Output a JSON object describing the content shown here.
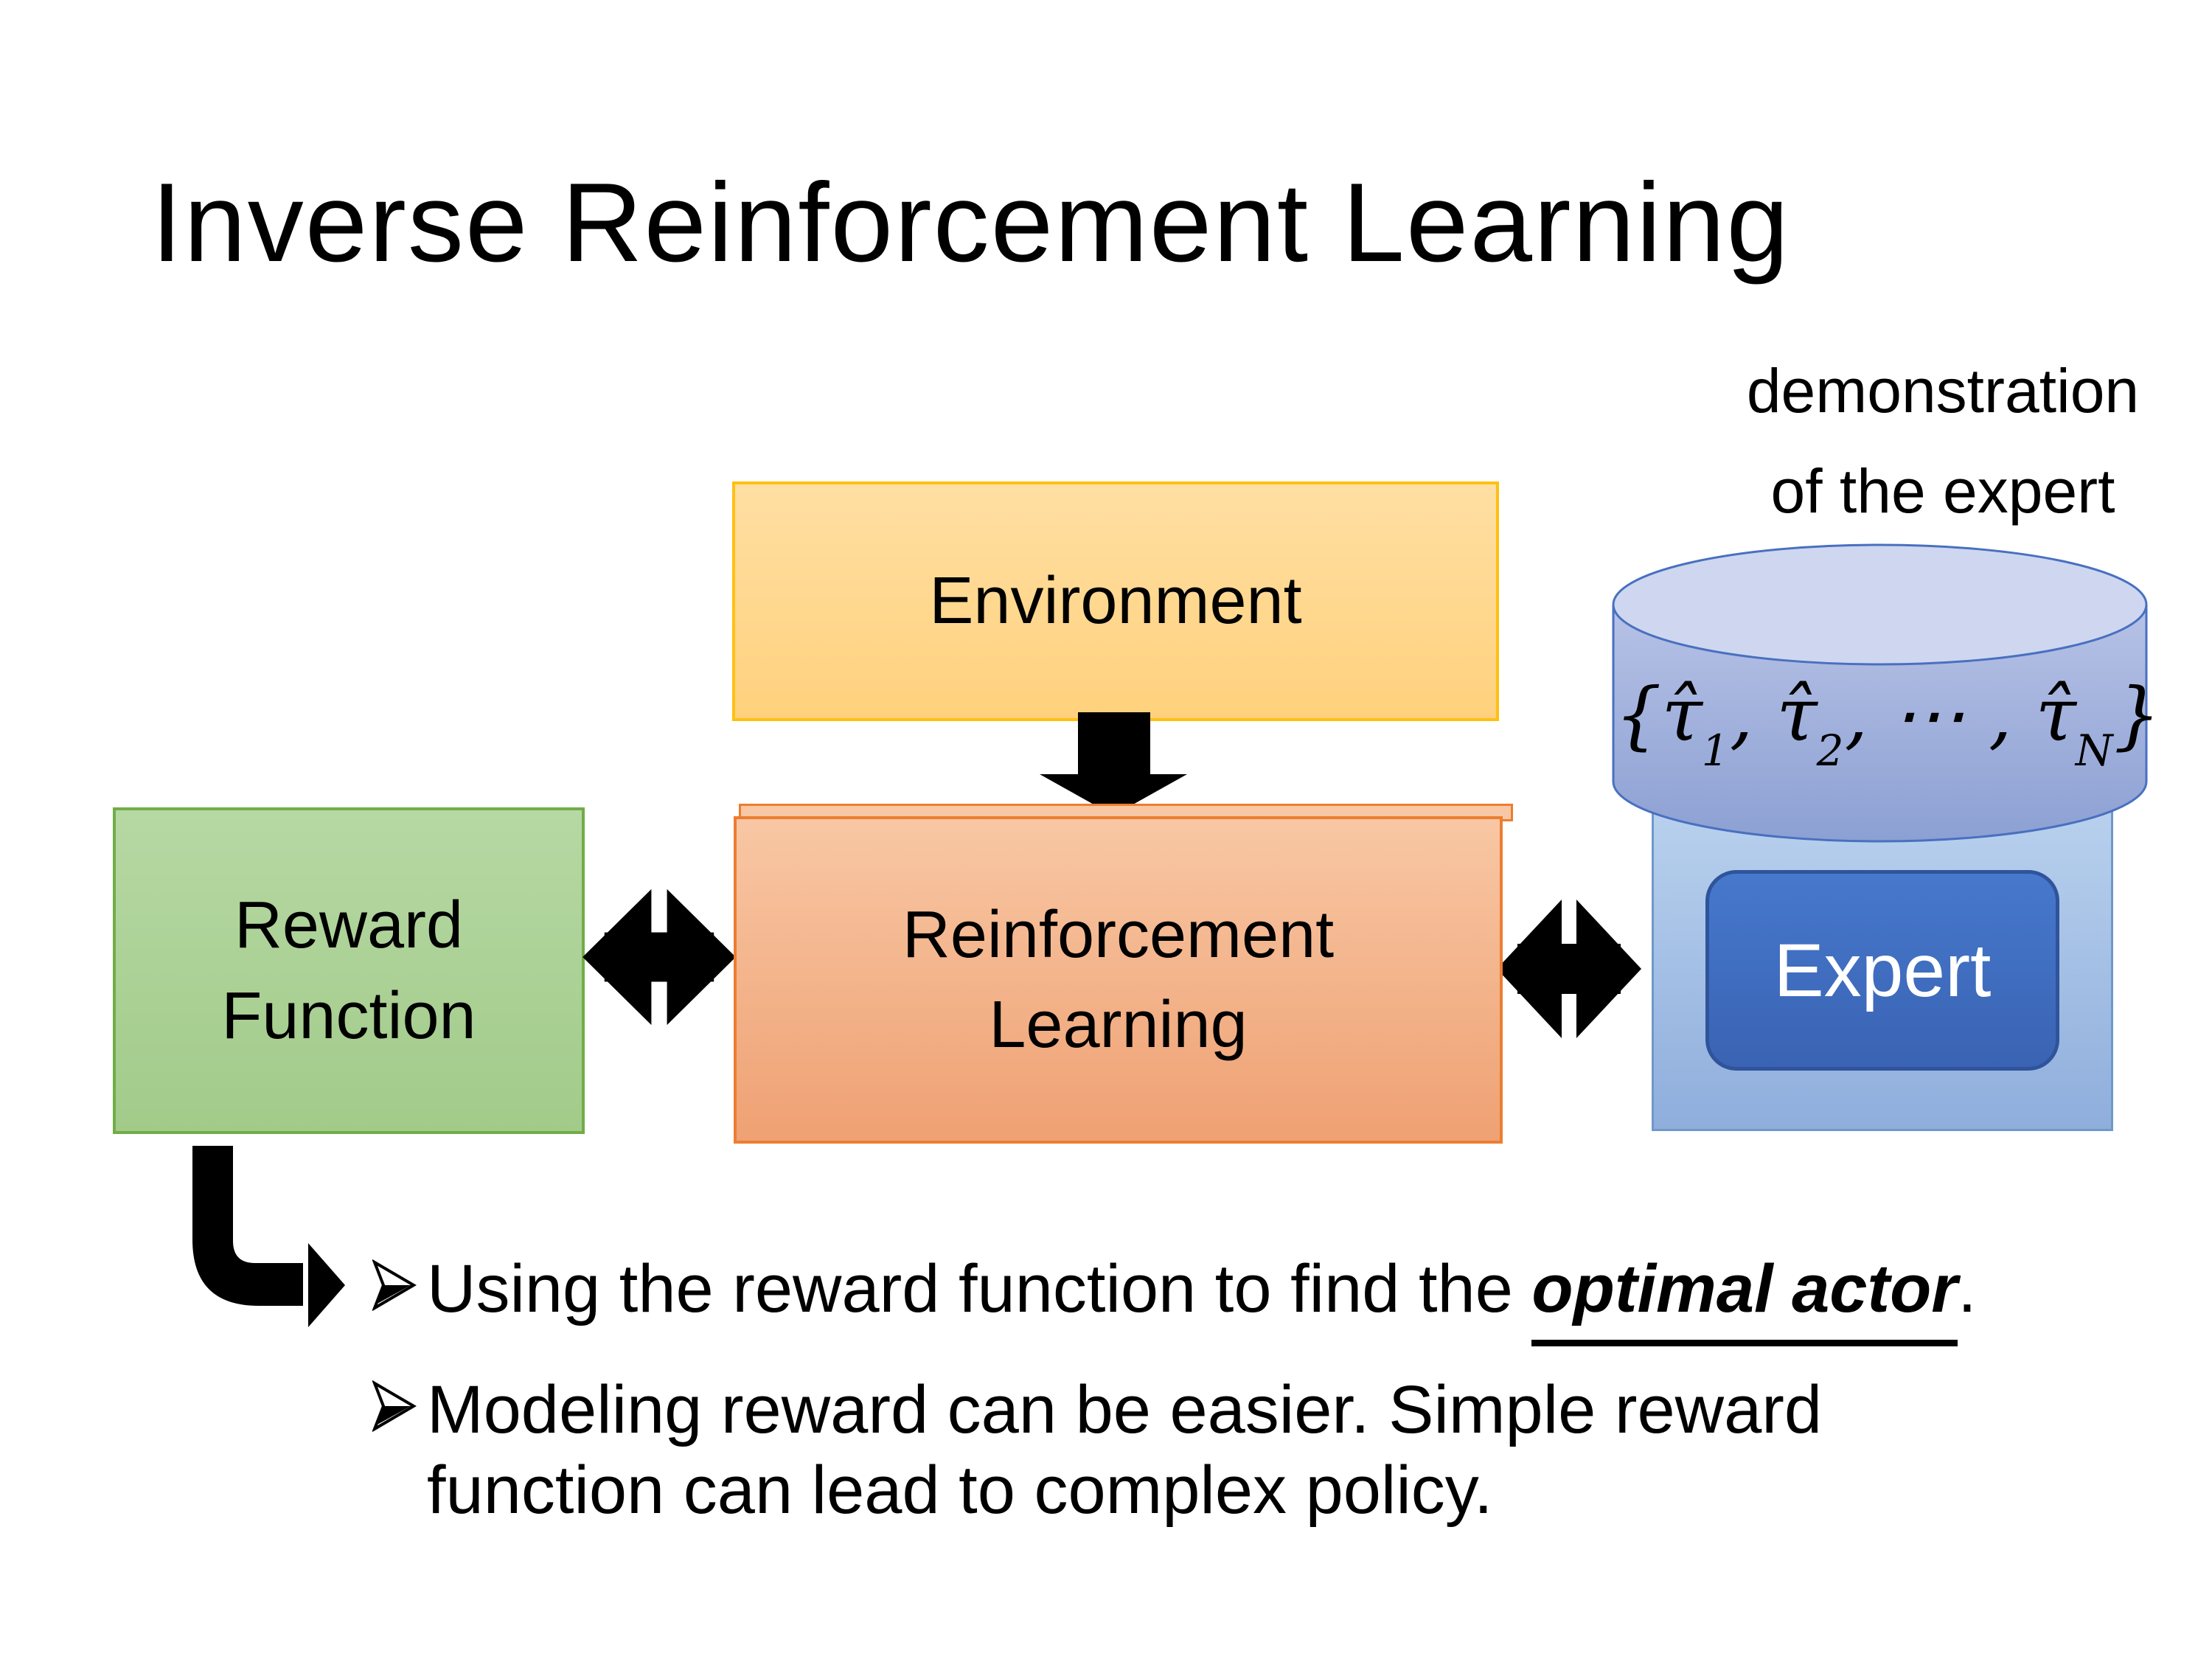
{
  "slide": {
    "title": "Inverse Reinforcement Learning"
  },
  "diagram": {
    "environment": {
      "label": "Environment"
    },
    "reward": {
      "label_line1": "Reward",
      "label_line2": "Function"
    },
    "rl": {
      "label_line1": "Reinforcement",
      "label_line2": "Learning"
    },
    "expert": {
      "label": "Expert"
    },
    "demonstration": {
      "line1": "demonstration",
      "line2": "of the expert"
    },
    "formula": {
      "p1": "{τ̂",
      "s1": "1",
      "p2": ", τ̂",
      "s2": "2",
      "p3": ", ⋯ , τ̂",
      "sN": "N",
      "p4": "}"
    }
  },
  "bullets": {
    "item1": {
      "prefix": "Using the reward function to find the ",
      "emphasis": "optimal actor",
      "suffix": "."
    },
    "item2": {
      "line1": "Modeling reward can be easier. Simple reward",
      "line2": "function can lead to complex policy."
    }
  },
  "icons": {
    "down_arrow": "down-arrow",
    "double_arrow_left": "left-right-double-arrow",
    "double_arrow_right": "left-right-double-arrow",
    "elbow_arrow": "bent-elbow-arrow",
    "bullet_marker": "right-arrowhead-bullet",
    "cylinder": "database-cylinder"
  },
  "colors": {
    "env_fill_top": "#FFDFA3",
    "env_fill_bottom": "#FFD17D",
    "env_border": "#FFC013",
    "rl_fill_top": "#F8C7A4",
    "rl_fill_bottom": "#EFA173",
    "rl_border": "#ED7D31",
    "reward_fill_top": "#B6D8A3",
    "reward_fill_bottom": "#A2CB8A",
    "reward_border": "#71AD47",
    "holder_fill_top": "#B9D1EE",
    "holder_fill_bottom": "#8FAEDC",
    "holder_border": "#6F98CA",
    "cyl_top_fill": "#CED7EF",
    "cyl_body_top": "#B7C2E6",
    "cyl_body_bottom": "#8CA0D3",
    "cyl_border": "#4970C0",
    "expert_fill": "#4678CC",
    "expert_fill_bottom": "#3A63B3",
    "expert_border": "#2F549B",
    "arrow_black": "#000000"
  }
}
